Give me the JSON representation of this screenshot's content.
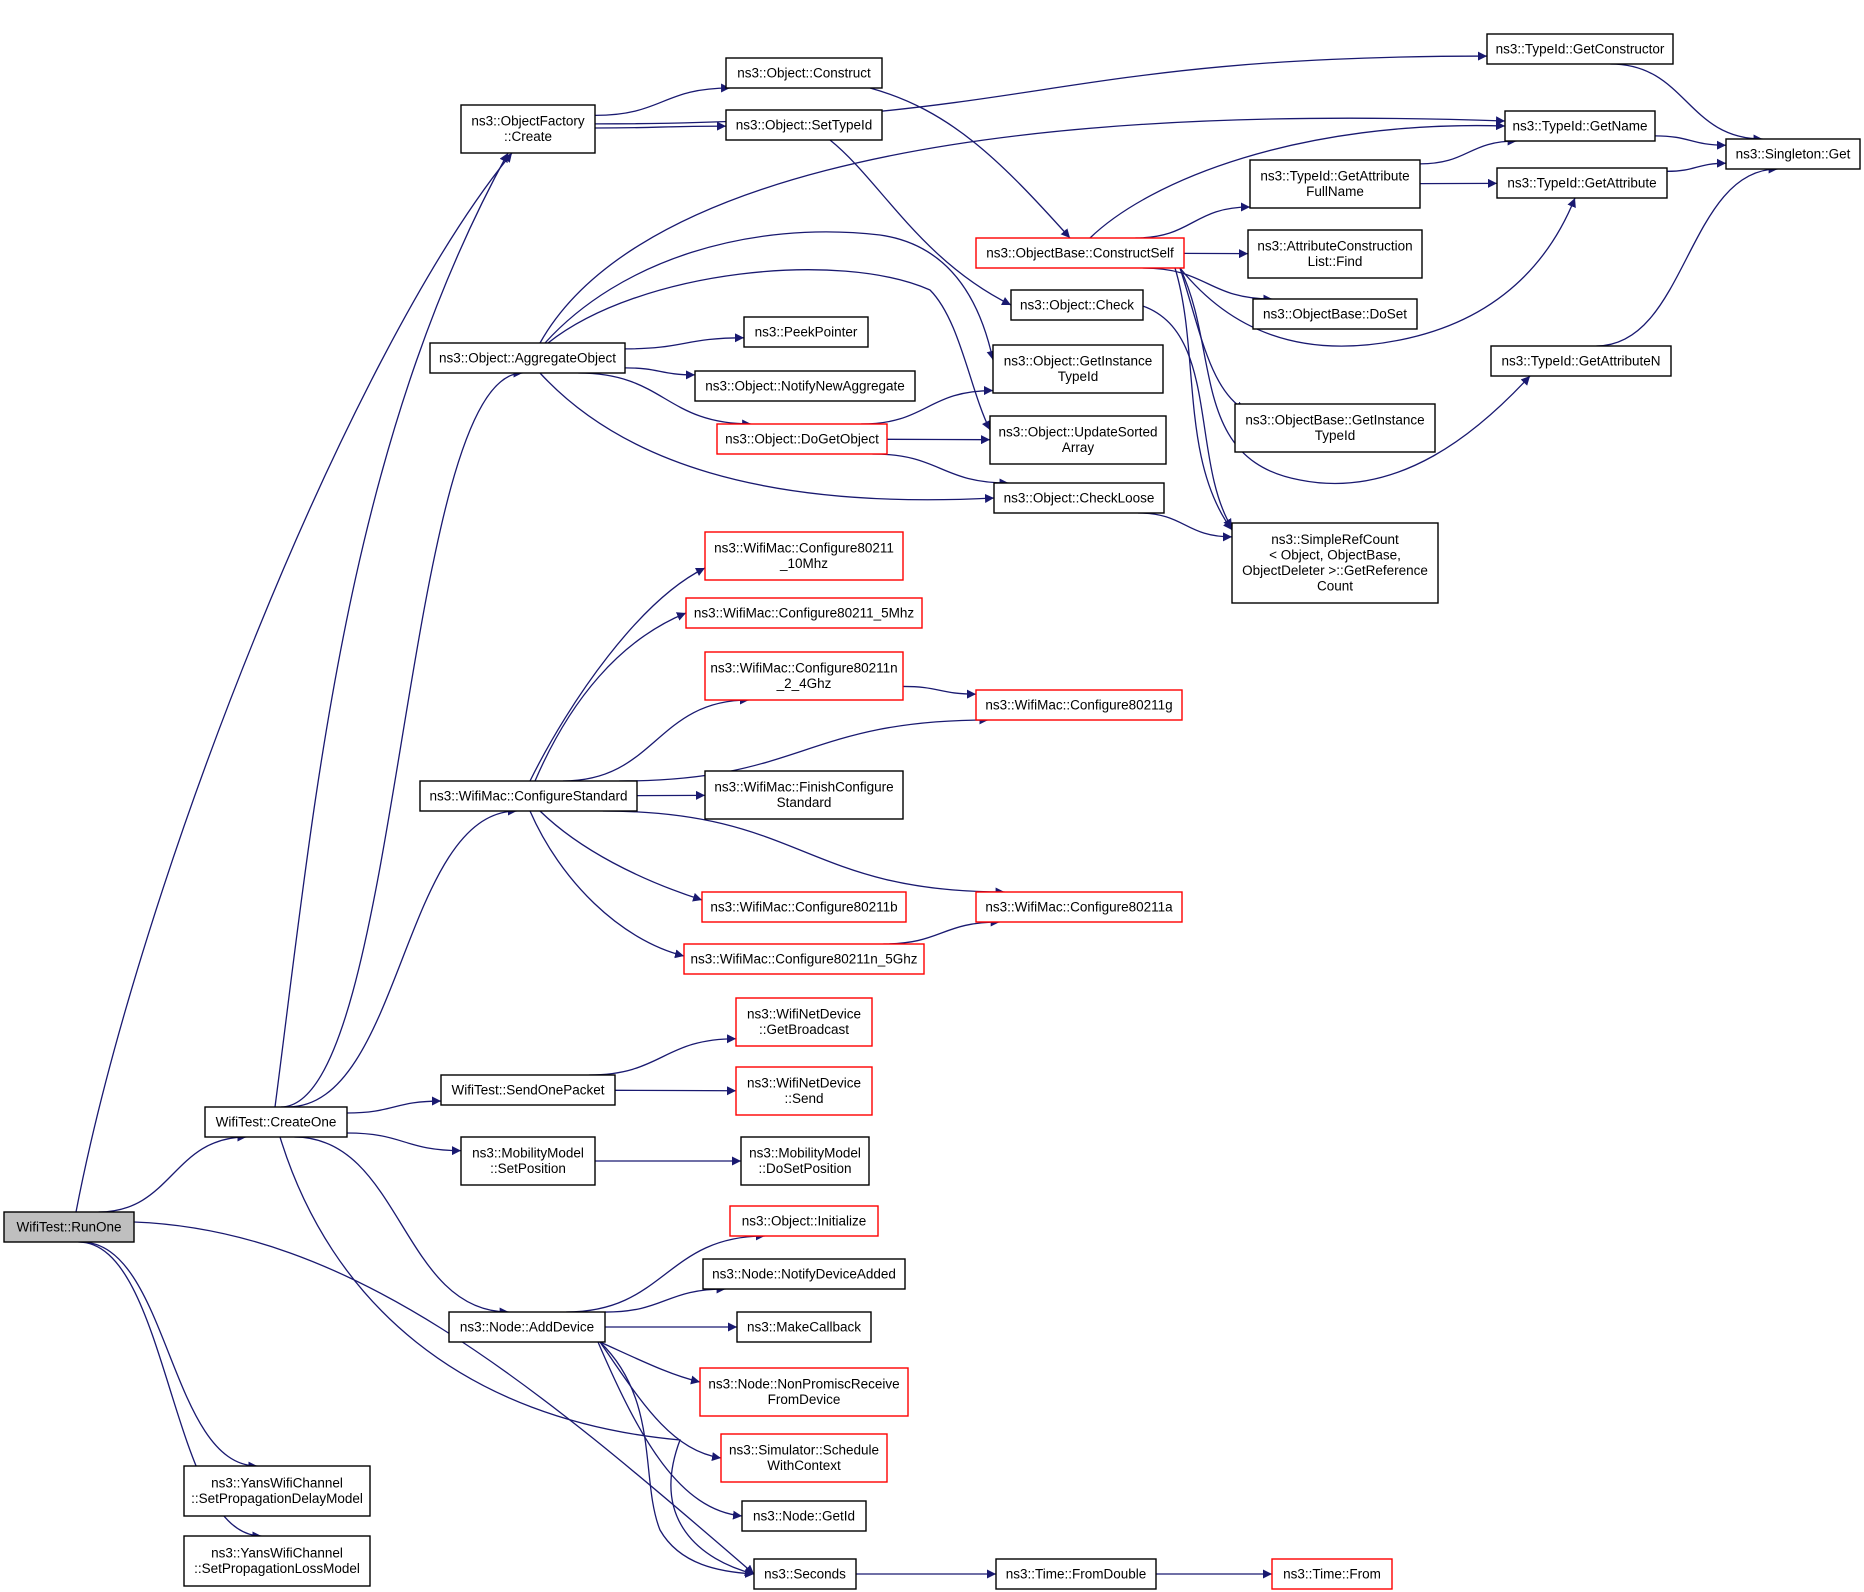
{
  "graph": {
    "nodes": [
      {
        "id": "runone",
        "lines": [
          "WifiTest::RunOne"
        ],
        "root": true
      },
      {
        "id": "createone",
        "lines": [
          "WifiTest::CreateOne"
        ]
      },
      {
        "id": "setdelay",
        "lines": [
          "ns3::YansWifiChannel",
          "::SetPropagationDelayModel"
        ]
      },
      {
        "id": "setloss",
        "lines": [
          "ns3::YansWifiChannel",
          "::SetPropagationLossModel"
        ]
      },
      {
        "id": "seconds",
        "lines": [
          "ns3::Seconds"
        ]
      },
      {
        "id": "ofcreate",
        "lines": [
          "ns3::ObjectFactory",
          "::Create"
        ]
      },
      {
        "id": "aggregate",
        "lines": [
          "ns3::Object::AggregateObject"
        ]
      },
      {
        "id": "configstd",
        "lines": [
          "ns3::WifiMac::ConfigureStandard"
        ]
      },
      {
        "id": "sendone",
        "lines": [
          "WifiTest::SendOnePacket"
        ]
      },
      {
        "id": "mmsetpos",
        "lines": [
          "ns3::MobilityModel",
          "::SetPosition"
        ]
      },
      {
        "id": "adddevice",
        "lines": [
          "ns3::Node::AddDevice"
        ]
      },
      {
        "id": "construct",
        "lines": [
          "ns3::Object::Construct"
        ]
      },
      {
        "id": "settypeid",
        "lines": [
          "ns3::Object::SetTypeId"
        ]
      },
      {
        "id": "getctor",
        "lines": [
          "ns3::TypeId::GetConstructor"
        ]
      },
      {
        "id": "getname",
        "lines": [
          "ns3::TypeId::GetName"
        ]
      },
      {
        "id": "singleton",
        "lines": [
          "ns3::Singleton::Get"
        ]
      },
      {
        "id": "getattrfull",
        "lines": [
          "ns3::TypeId::GetAttribute",
          "FullName"
        ]
      },
      {
        "id": "getattr",
        "lines": [
          "ns3::TypeId::GetAttribute"
        ]
      },
      {
        "id": "constructself",
        "lines": [
          "ns3::ObjectBase::ConstructSelf"
        ],
        "red": true
      },
      {
        "id": "acfind",
        "lines": [
          "ns3::AttributeConstruction",
          "List::Find"
        ]
      },
      {
        "id": "objcheck",
        "lines": [
          "ns3::Object::Check"
        ]
      },
      {
        "id": "doset",
        "lines": [
          "ns3::ObjectBase::DoSet"
        ]
      },
      {
        "id": "getattrn",
        "lines": [
          "ns3::TypeId::GetAttributeN"
        ]
      },
      {
        "id": "peek",
        "lines": [
          "ns3::PeekPointer"
        ]
      },
      {
        "id": "getinsttid",
        "lines": [
          "ns3::Object::GetInstance",
          "TypeId"
        ]
      },
      {
        "id": "notifyagg",
        "lines": [
          "ns3::Object::NotifyNewAggregate"
        ]
      },
      {
        "id": "obgetinst",
        "lines": [
          "ns3::ObjectBase::GetInstance",
          "TypeId"
        ]
      },
      {
        "id": "dogetobject",
        "lines": [
          "ns3::Object::DoGetObject"
        ],
        "red": true
      },
      {
        "id": "updsorted",
        "lines": [
          "ns3::Object::UpdateSorted",
          "Array"
        ]
      },
      {
        "id": "checkloose",
        "lines": [
          "ns3::Object::CheckLoose"
        ]
      },
      {
        "id": "simplerefcount",
        "lines": [
          "ns3::SimpleRefCount",
          "< Object, ObjectBase,",
          "ObjectDeleter >::GetReference",
          "Count"
        ]
      },
      {
        "id": "c10mhz",
        "lines": [
          "ns3::WifiMac::Configure80211",
          "_10Mhz"
        ],
        "red": true
      },
      {
        "id": "c5mhz",
        "lines": [
          "ns3::WifiMac::Configure80211_5Mhz"
        ],
        "red": true
      },
      {
        "id": "cn24",
        "lines": [
          "ns3::WifiMac::Configure80211n",
          "_2_4Ghz"
        ],
        "red": true
      },
      {
        "id": "cg",
        "lines": [
          "ns3::WifiMac::Configure80211g"
        ],
        "red": true
      },
      {
        "id": "finishcfg",
        "lines": [
          "ns3::WifiMac::FinishConfigure",
          "Standard"
        ]
      },
      {
        "id": "cb",
        "lines": [
          "ns3::WifiMac::Configure80211b"
        ],
        "red": true
      },
      {
        "id": "ca",
        "lines": [
          "ns3::WifiMac::Configure80211a"
        ],
        "red": true
      },
      {
        "id": "cn5",
        "lines": [
          "ns3::WifiMac::Configure80211n_5Ghz"
        ],
        "red": true
      },
      {
        "id": "getbcast",
        "lines": [
          "ns3::WifiNetDevice",
          "::GetBroadcast"
        ],
        "red": true
      },
      {
        "id": "wndsend",
        "lines": [
          "ns3::WifiNetDevice",
          "::Send"
        ],
        "red": true
      },
      {
        "id": "mmdoset",
        "lines": [
          "ns3::MobilityModel",
          "::DoSetPosition"
        ]
      },
      {
        "id": "objinit",
        "lines": [
          "ns3::Object::Initialize"
        ],
        "red": true
      },
      {
        "id": "notifydev",
        "lines": [
          "ns3::Node::NotifyDeviceAdded"
        ]
      },
      {
        "id": "makecb",
        "lines": [
          "ns3::MakeCallback"
        ]
      },
      {
        "id": "nonpromisc",
        "lines": [
          "ns3::Node::NonPromiscReceive",
          "FromDevice"
        ],
        "red": true
      },
      {
        "id": "schedctx",
        "lines": [
          "ns3::Simulator::Schedule",
          "WithContext"
        ],
        "red": true
      },
      {
        "id": "getid",
        "lines": [
          "ns3::Node::GetId"
        ]
      },
      {
        "id": "fromdouble",
        "lines": [
          "ns3::Time::FromDouble"
        ]
      },
      {
        "id": "timefrom",
        "lines": [
          "ns3::Time::From"
        ],
        "red": true
      }
    ],
    "edges": [
      [
        "runone",
        "createone"
      ],
      [
        "runone",
        "ofcreate"
      ],
      [
        "runone",
        "setdelay"
      ],
      [
        "runone",
        "setloss"
      ],
      [
        "runone",
        "seconds"
      ],
      [
        "createone",
        "ofcreate"
      ],
      [
        "createone",
        "aggregate"
      ],
      [
        "createone",
        "configstd"
      ],
      [
        "createone",
        "sendone"
      ],
      [
        "createone",
        "mmsetpos"
      ],
      [
        "createone",
        "adddevice"
      ],
      [
        "createone",
        "seconds"
      ],
      [
        "ofcreate",
        "construct"
      ],
      [
        "ofcreate",
        "settypeid"
      ],
      [
        "ofcreate",
        "getctor"
      ],
      [
        "construct",
        "constructself"
      ],
      [
        "settypeid",
        "objcheck"
      ],
      [
        "getctor",
        "singleton"
      ],
      [
        "getname",
        "singleton"
      ],
      [
        "getattr",
        "singleton"
      ],
      [
        "getattrn",
        "singleton"
      ],
      [
        "getattrfull",
        "getname"
      ],
      [
        "getattrfull",
        "getattr"
      ],
      [
        "constructself",
        "getname"
      ],
      [
        "constructself",
        "getattrfull"
      ],
      [
        "constructself",
        "acfind"
      ],
      [
        "constructself",
        "doset"
      ],
      [
        "constructself",
        "getattr"
      ],
      [
        "constructself",
        "obgetinst"
      ],
      [
        "constructself",
        "getattrn"
      ],
      [
        "constructself",
        "simplerefcount"
      ],
      [
        "objcheck",
        "simplerefcount"
      ],
      [
        "checkloose",
        "simplerefcount"
      ],
      [
        "aggregate",
        "getname"
      ],
      [
        "aggregate",
        "peek"
      ],
      [
        "aggregate",
        "notifyagg"
      ],
      [
        "aggregate",
        "dogetobject"
      ],
      [
        "aggregate",
        "getinsttid"
      ],
      [
        "aggregate",
        "updsorted"
      ],
      [
        "aggregate",
        "checkloose"
      ],
      [
        "dogetobject",
        "getinsttid"
      ],
      [
        "dogetobject",
        "updsorted"
      ],
      [
        "dogetobject",
        "checkloose"
      ],
      [
        "configstd",
        "c10mhz"
      ],
      [
        "configstd",
        "c5mhz"
      ],
      [
        "configstd",
        "cn24"
      ],
      [
        "configstd",
        "cg"
      ],
      [
        "configstd",
        "finishcfg"
      ],
      [
        "configstd",
        "ca"
      ],
      [
        "configstd",
        "cb"
      ],
      [
        "configstd",
        "cn5"
      ],
      [
        "cn24",
        "cg"
      ],
      [
        "cn5",
        "ca"
      ],
      [
        "sendone",
        "getbcast"
      ],
      [
        "sendone",
        "wndsend"
      ],
      [
        "mmsetpos",
        "mmdoset"
      ],
      [
        "adddevice",
        "objinit"
      ],
      [
        "adddevice",
        "notifydev"
      ],
      [
        "adddevice",
        "makecb"
      ],
      [
        "adddevice",
        "nonpromisc"
      ],
      [
        "adddevice",
        "schedctx"
      ],
      [
        "adddevice",
        "getid"
      ],
      [
        "adddevice",
        "seconds"
      ],
      [
        "seconds",
        "fromdouble"
      ],
      [
        "fromdouble",
        "timefrom"
      ]
    ]
  }
}
